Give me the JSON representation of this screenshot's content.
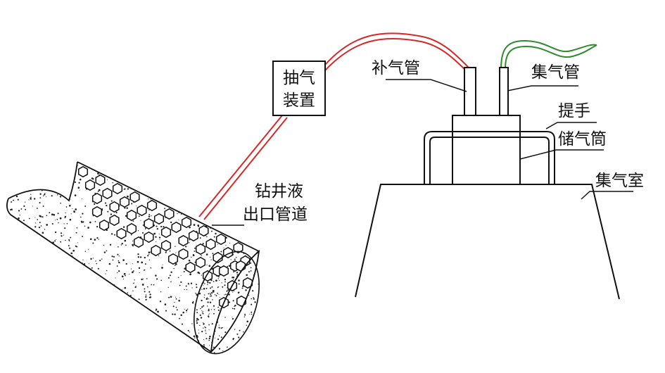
{
  "labels": {
    "extraction_device_line1": "抽气",
    "extraction_device_line2": "装置",
    "drilling_outlet_line1": "钻井液",
    "drilling_outlet_line2": "出口管道",
    "supply_pipe": "补气管",
    "collection_pipe": "集气管",
    "handle": "提手",
    "storage_tube": "储气筒",
    "gas_chamber": "集气室"
  },
  "colors": {
    "red_pipe": "#d62828",
    "green_pipe": "#2e8b2e",
    "line": "#111111",
    "speckle": "#222222"
  }
}
